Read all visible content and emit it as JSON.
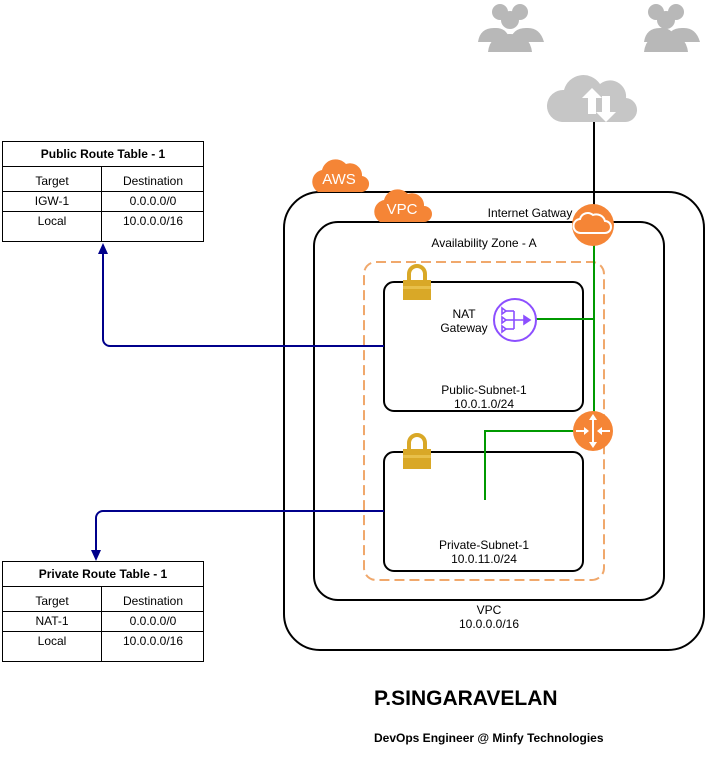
{
  "public_route_table": {
    "title": "Public Route Table - 1",
    "headers": [
      "Target",
      "Destination"
    ],
    "rows": [
      [
        "IGW-1",
        "0.0.0.0/0"
      ],
      [
        "Local",
        "10.0.0.0/16"
      ]
    ]
  },
  "private_route_table": {
    "title": "Private Route Table - 1",
    "headers": [
      "Target",
      "Destination"
    ],
    "rows": [
      [
        "NAT-1",
        "0.0.0.0/0"
      ],
      [
        "Local",
        "10.0.0.0/16"
      ]
    ]
  },
  "badges": {
    "aws": "AWS",
    "vpc": "VPC"
  },
  "labels": {
    "internet_gateway": "Internet Gatway",
    "availability_zone": "Availability Zone - A",
    "nat_line1": "NAT",
    "nat_line2": "Gateway",
    "public_subnet_name": "Public-Subnet-1",
    "public_subnet_cidr": "10.0.1.0/24",
    "private_subnet_name": "Private-Subnet-1",
    "private_subnet_cidr": "10.0.11.0/24",
    "vpc_name": "VPC",
    "vpc_cidr": "10.0.0.0/16"
  },
  "author": {
    "name": "P.SINGARAVELAN",
    "role": "DevOps Engineer @ Minfy Technologies"
  },
  "colors": {
    "aws_orange": "#f58536",
    "nat_purple": "#8c4fff",
    "arrow_navy": "#00008b",
    "link_green": "#009900",
    "lock_gold": "#d9a827",
    "users_gray": "#b8b8b8",
    "cloud_gray": "#c6c6c6"
  },
  "icons": [
    "users-icon",
    "internet-cloud-icon",
    "aws-cloud-badge",
    "vpc-cloud-badge",
    "internet-gateway-icon",
    "nat-gateway-icon",
    "router-icon",
    "lock-icon"
  ]
}
